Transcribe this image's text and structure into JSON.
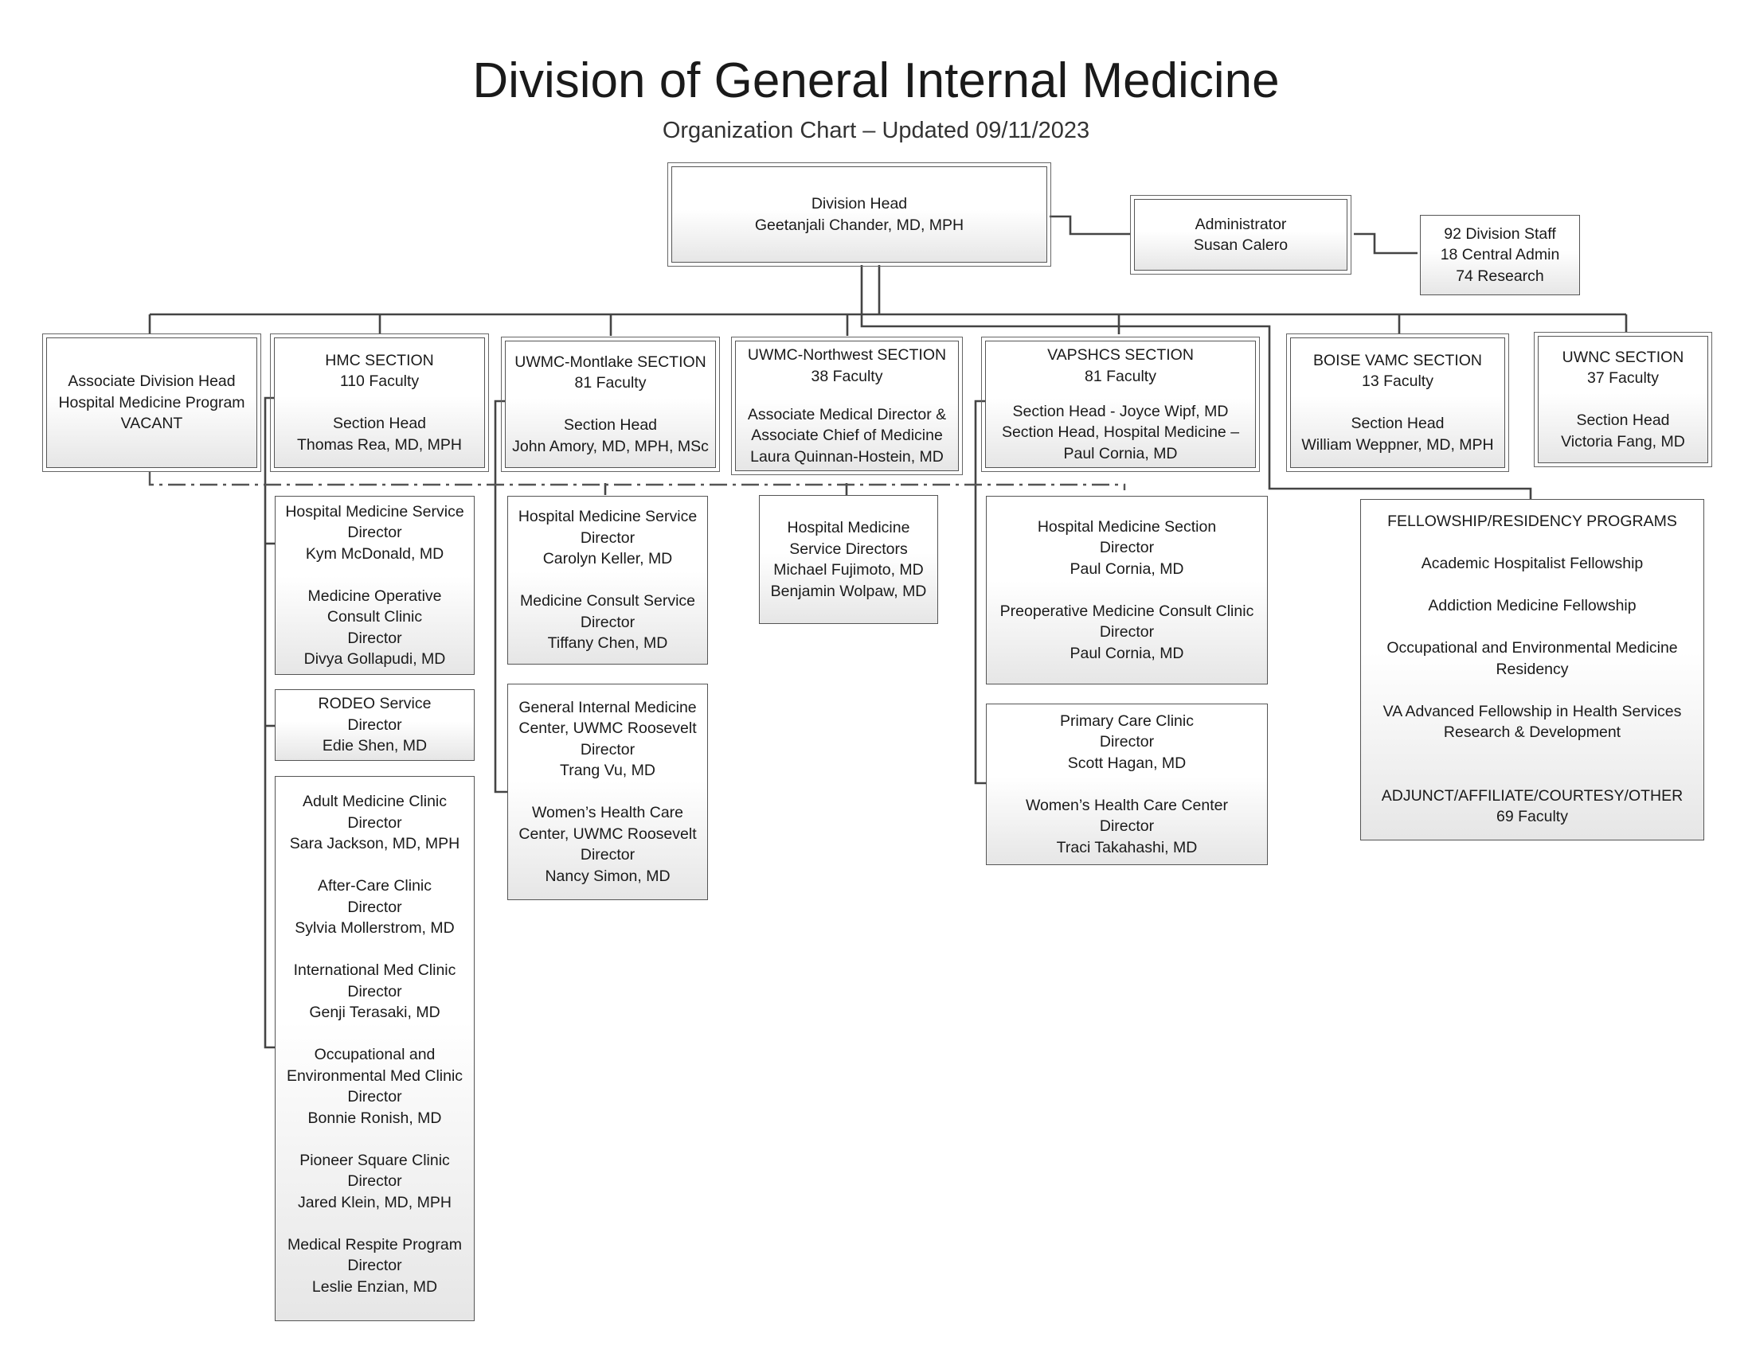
{
  "title": "Division of General Internal Medicine",
  "subtitle": "Organization Chart – Updated 09/11/2023",
  "boxes": {
    "division_head": [
      "Division Head",
      "Geetanjali Chander, MD, MPH"
    ],
    "administrator": [
      "Administrator",
      "Susan Calero"
    ],
    "staff": [
      "92 Division Staff",
      "18 Central Admin",
      "74 Research"
    ],
    "assoc_head": [
      "Associate Division Head",
      "Hospital Medicine Program",
      "VACANT"
    ],
    "hmc": [
      "HMC SECTION",
      "110 Faculty",
      "",
      "Section Head",
      "Thomas Rea, MD, MPH"
    ],
    "montlake": [
      "UWMC-Montlake SECTION",
      "81 Faculty",
      "",
      "Section Head",
      "John Amory, MD, MPH, MSc"
    ],
    "northwest": [
      "UWMC-Northwest SECTION",
      "38 Faculty",
      "",
      "Associate Medical Director &",
      "Associate Chief of Medicine",
      "Laura Quinnan-Hostein, MD"
    ],
    "vapshcs": [
      "VAPSHCS SECTION",
      "81 Faculty",
      "",
      "Section Head - Joyce Wipf, MD",
      "Section Head, Hospital Medicine –",
      "Paul Cornia, MD"
    ],
    "boise": [
      "BOISE VAMC SECTION",
      "13 Faculty",
      "",
      "Section Head",
      "William Weppner, MD, MPH"
    ],
    "uwnc": [
      "UWNC SECTION",
      "37 Faculty",
      "",
      "Section Head",
      "Victoria Fang, MD"
    ],
    "hmc_hospital": [
      "Hospital Medicine Service",
      "Director",
      "Kym McDonald, MD",
      "",
      "Medicine Operative",
      "Consult Clinic",
      "Director",
      "Divya Gollapudi, MD"
    ],
    "hmc_rodeo": [
      "RODEO Service",
      "Director",
      "Edie Shen, MD"
    ],
    "hmc_clinics": [
      "Adult Medicine Clinic",
      "Director",
      "Sara Jackson, MD, MPH",
      "",
      "After-Care Clinic",
      "Director",
      "Sylvia Mollerstrom, MD",
      "",
      "International Med Clinic",
      "Director",
      "Genji Terasaki, MD",
      "",
      "Occupational and",
      "Environmental Med Clinic",
      "Director",
      "Bonnie Ronish, MD",
      "",
      "Pioneer Square Clinic",
      "Director",
      "Jared Klein, MD, MPH",
      "",
      "Medical Respite Program",
      "Director",
      "Leslie Enzian, MD"
    ],
    "montlake_hospital": [
      "Hospital Medicine Service",
      "Director",
      "Carolyn Keller, MD",
      "",
      "Medicine Consult Service",
      "Director",
      "Tiffany Chen, MD"
    ],
    "montlake_roosevelt": [
      "General Internal Medicine",
      "Center, UWMC Roosevelt",
      "Director",
      "Trang Vu, MD",
      "",
      "Women’s Health Care",
      "Center, UWMC Roosevelt",
      "Director",
      "Nancy Simon, MD"
    ],
    "northwest_hospital": [
      "Hospital Medicine",
      "Service Directors",
      "Michael Fujimoto, MD",
      "Benjamin Wolpaw, MD"
    ],
    "va_hospital": [
      "Hospital Medicine Section",
      "Director",
      "Paul Cornia, MD",
      "",
      "Preoperative Medicine Consult Clinic",
      "Director",
      "Paul Cornia, MD"
    ],
    "va_primary": [
      "Primary Care Clinic",
      "Director",
      "Scott Hagan, MD",
      "",
      "Women’s Health Care Center",
      "Director",
      "Traci Takahashi, MD"
    ],
    "fellowships": [
      "FELLOWSHIP/RESIDENCY PROGRAMS",
      "",
      "Academic Hospitalist Fellowship",
      "",
      "Addiction Medicine Fellowship",
      "",
      "Occupational and Environmental Medicine",
      "Residency",
      "",
      "VA Advanced Fellowship in Health Services",
      "Research & Development",
      "",
      "",
      "ADJUNCT/AFFILIATE/COURTESY/OTHER",
      "69 Faculty"
    ]
  }
}
